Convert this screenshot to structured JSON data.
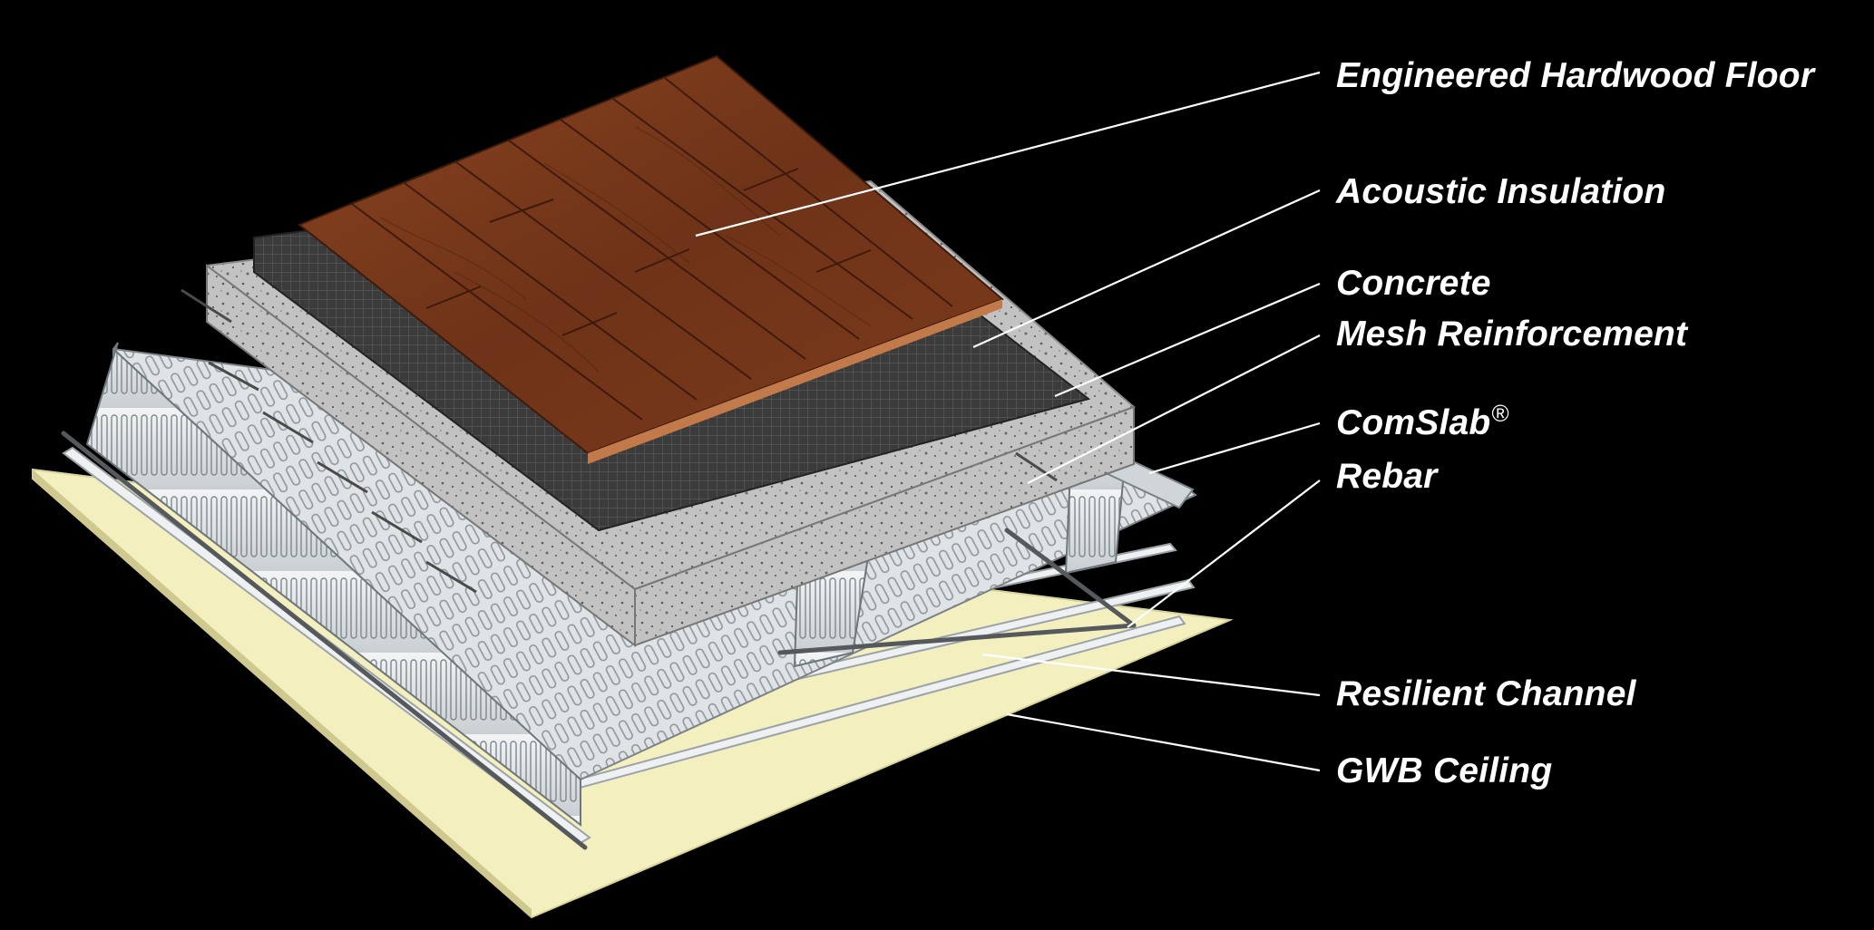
{
  "diagram": {
    "background": "#000000",
    "label_color": "#ffffff",
    "labels": [
      {
        "id": "floor",
        "text": "Engineered Hardwood Floor"
      },
      {
        "id": "acoustic",
        "text": "Acoustic Insulation"
      },
      {
        "id": "concrete",
        "text": "Concrete"
      },
      {
        "id": "mesh",
        "text": "Mesh Reinforcement"
      },
      {
        "id": "comslab",
        "text": "ComSlab",
        "mark": "®"
      },
      {
        "id": "rebar",
        "text": "Rebar"
      },
      {
        "id": "channel",
        "text": "Resilient Channel"
      },
      {
        "id": "ceiling",
        "text": "GWB Ceiling"
      }
    ],
    "layer_colors": {
      "wood": "#7a3a1e",
      "wood_dark": "#4f2312",
      "acoustic": "#3a3a3a",
      "concrete": "#b9b9b9",
      "deck": "#d7dbdc",
      "gwb": "#f3efbf"
    }
  }
}
